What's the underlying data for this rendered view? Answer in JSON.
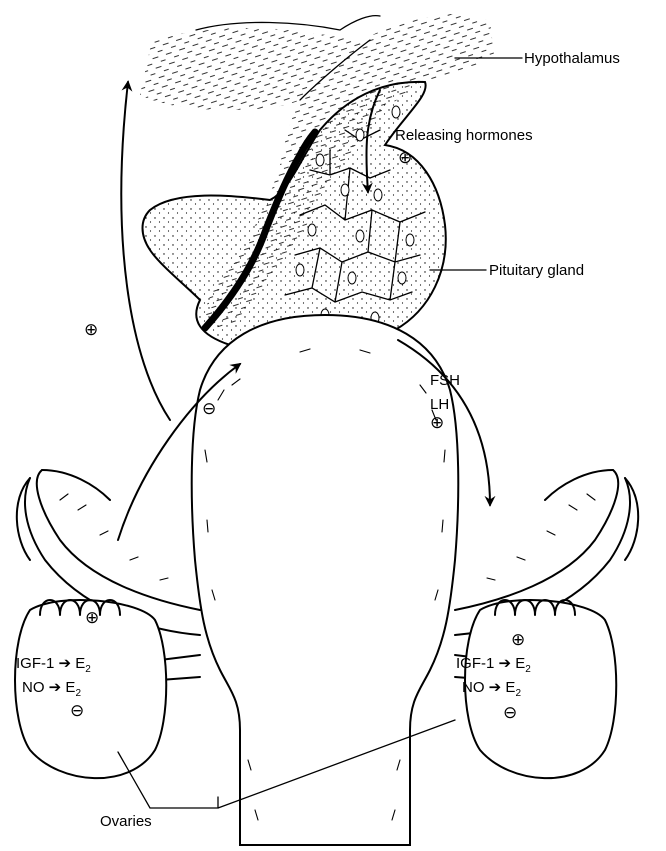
{
  "labels": {
    "hypothalamus": "Hypothalamus",
    "releasing_hormones": "Releasing hormones",
    "pituitary_gland": "Pituitary gland",
    "fsh": "FSH",
    "lh": "LH",
    "ovaries": "Ovaries"
  },
  "symbols": {
    "plus": "⊕",
    "minus": "⊖",
    "arrow": "➔"
  },
  "left_ovary": {
    "line1_factor": "IGF-1",
    "line1_product": "E",
    "line1_sub": "2",
    "line2_factor": "NO",
    "line2_product": "E",
    "line2_sub": "2"
  },
  "right_ovary": {
    "line1_factor": "IGF-1",
    "line1_product": "E",
    "line1_sub": "2",
    "line2_factor": "NO",
    "line2_product": "E",
    "line2_sub": "2"
  }
}
